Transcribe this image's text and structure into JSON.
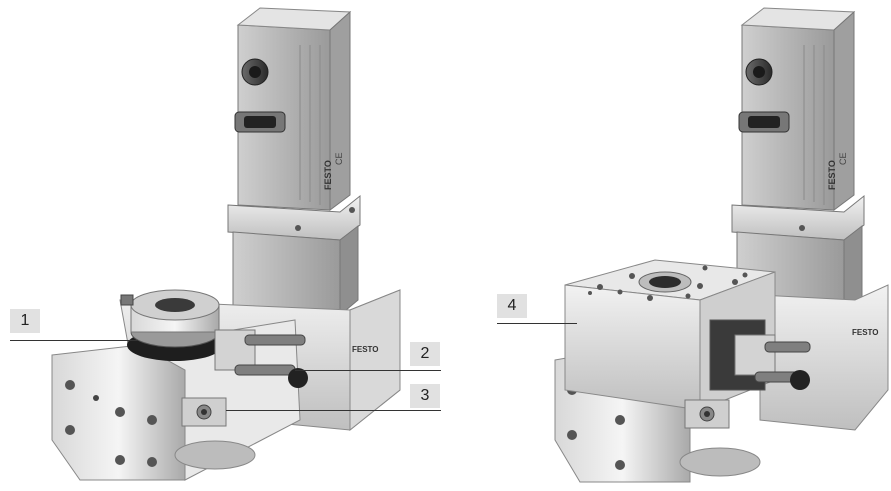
{
  "callouts": [
    {
      "id": "1",
      "label": "1"
    },
    {
      "id": "2",
      "label": "2"
    },
    {
      "id": "3",
      "label": "3"
    },
    {
      "id": "4",
      "label": "4"
    }
  ],
  "left_product": {
    "brand_motor": "FESTO",
    "brand_housing": "FESTO",
    "marking": "CE"
  },
  "right_product": {
    "brand_motor": "FESTO",
    "brand_housing": "FESTO",
    "marking": "CE"
  }
}
